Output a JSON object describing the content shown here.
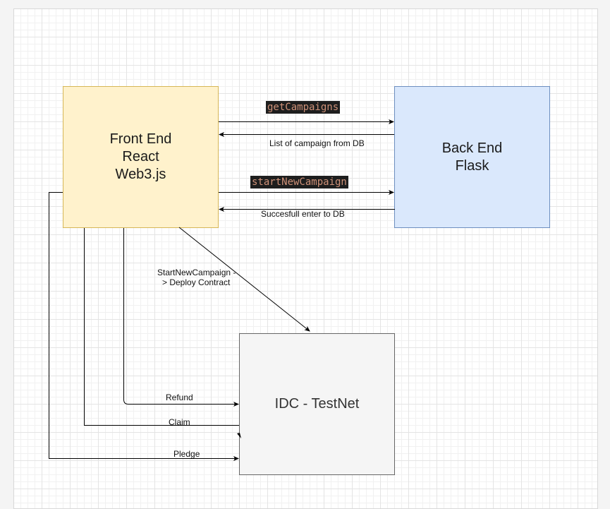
{
  "nodes": {
    "frontend": {
      "lines": [
        "Front End",
        "React",
        "Web3.js"
      ],
      "fill": "#fff2cc",
      "stroke": "#d6b656"
    },
    "backend": {
      "lines": [
        "Back End",
        "Flask"
      ],
      "fill": "#dae8fc",
      "stroke": "#6c8ebf"
    },
    "testnet": {
      "lines": [
        "IDC - TestNet"
      ],
      "fill": "#f5f5f5",
      "stroke": "#666666"
    }
  },
  "edges": {
    "get_campaigns": "getCampaigns",
    "list_from_db": "List of campaign from DB",
    "start_new_campaign": "startNewCampaign",
    "successful_enter": "Succesfull enter to DB",
    "deploy_contract_line1": "StartNewCampaign -",
    "deploy_contract_line2": "> Deploy Contract",
    "refund": "Refund",
    "claim": "Claim",
    "pledge": "Pledge"
  },
  "colors": {
    "code_bg": "#1e1e1e",
    "code_text": "#ce9178",
    "edge": "#000000"
  }
}
